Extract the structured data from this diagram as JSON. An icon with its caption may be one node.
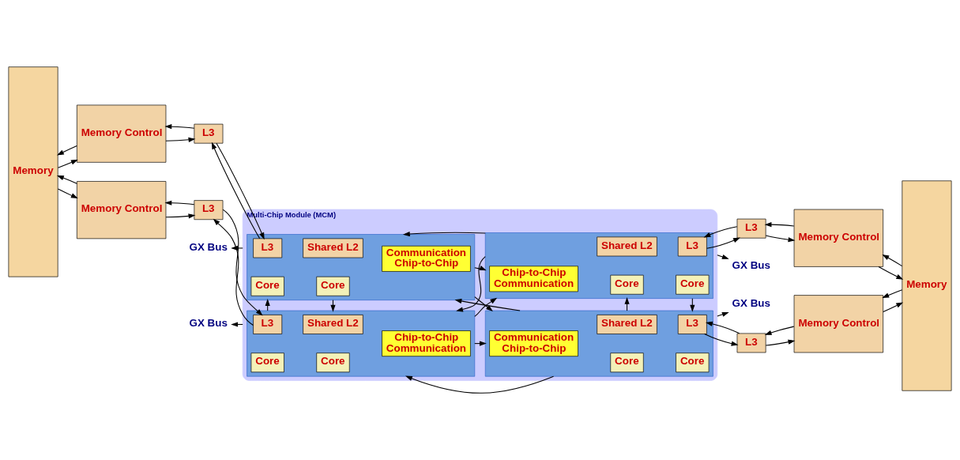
{
  "diagram": {
    "nodes": [
      {
        "text": [
          "Multi-Chip Module (MCM)"
        ]
      },
      {
        "text": [],
        "shape": "box",
        "in": 0
      },
      {
        "text": [
          "Core"
        ],
        "in": 1
      },
      {
        "text": [
          "Core"
        ],
        "in": 1
      },
      {
        "text": [
          "Communication",
          "Chip-to-Chip"
        ],
        "in": 1
      },
      {
        "text": [
          "L3"
        ],
        "in": 1
      },
      {
        "text": [
          "Shared L2"
        ],
        "in": 1
      },
      {
        "text": [],
        "shape": "box",
        "in": 0
      },
      {
        "text": [
          "Chip-to-Chip",
          "Communication"
        ],
        "in": 7
      },
      {
        "text": [
          "Core"
        ],
        "in": 7
      },
      {
        "text": [
          "Core"
        ],
        "in": 7
      },
      {
        "text": [
          "Shared L2"
        ],
        "in": 7
      },
      {
        "text": [
          "L3"
        ],
        "in": 7
      },
      {
        "text": [],
        "shape": "box",
        "in": 0
      },
      {
        "text": [
          "Chip-to-Chip",
          "Communication"
        ],
        "in": 13
      },
      {
        "text": [
          "L3"
        ],
        "in": 13
      },
      {
        "text": [
          "Shared L2"
        ],
        "in": 13
      },
      {
        "text": [
          "Core"
        ],
        "in": 13
      },
      {
        "text": [
          "Core"
        ],
        "in": 13
      },
      {
        "text": [],
        "shape": "box",
        "in": 0
      },
      {
        "text": [
          "Communication",
          "Chip-to-Chip"
        ],
        "in": 19
      },
      {
        "text": [
          "Shared L2"
        ],
        "in": 19
      },
      {
        "text": [
          "L3"
        ],
        "in": 19
      },
      {
        "text": [
          "Core"
        ],
        "in": 19
      },
      {
        "text": [
          "Core"
        ],
        "in": 19
      },
      {
        "text": [
          "Memory"
        ]
      },
      {
        "text": [
          "Memory Control"
        ]
      },
      {
        "text": [
          "L3"
        ]
      },
      {
        "text": [
          "GX Bus"
        ]
      },
      {
        "text": [
          "GX Bus"
        ]
      },
      {
        "text": [
          "Memory Control"
        ]
      },
      {
        "text": [
          "L3"
        ]
      },
      {
        "text": [
          "Memory Control"
        ]
      },
      {
        "text": [
          "L3"
        ]
      },
      {
        "text": [
          "GX Bus"
        ]
      },
      {
        "text": [
          "GX Bus"
        ]
      },
      {
        "text": [
          "Memory Control"
        ]
      },
      {
        "text": [
          "L3"
        ]
      },
      {
        "text": [
          "Memory"
        ]
      }
    ],
    "edges": [
      {
        "from": 26,
        "to": 25,
        "arrow": "to"
      },
      {
        "from": 25,
        "to": 26,
        "arrow": "to"
      },
      {
        "from": 27,
        "to": 26,
        "arrow": "to"
      },
      {
        "from": 26,
        "to": 27,
        "arrow": "to"
      },
      {
        "from": 5,
        "to": 27,
        "arrow": "to"
      },
      {
        "from": 27,
        "to": 5,
        "arrow": "to"
      },
      {
        "from": 1,
        "to": 7,
        "arrow": "to"
      },
      {
        "from": 7,
        "to": 1,
        "arrow": "to"
      },
      {
        "from": 12,
        "to": 33,
        "arrow": "to"
      },
      {
        "from": 33,
        "to": 12,
        "arrow": "to"
      },
      {
        "from": 33,
        "to": 32,
        "arrow": "to"
      },
      {
        "from": 32,
        "to": 33,
        "arrow": "to"
      },
      {
        "from": 32,
        "to": 38,
        "arrow": "to"
      },
      {
        "from": 38,
        "to": 32,
        "arrow": "to"
      },
      {
        "from": 0,
        "to": 28,
        "arrow": "to"
      },
      {
        "from": 0,
        "to": 29,
        "arrow": "to"
      },
      {
        "from": 0,
        "to": 34,
        "arrow": "to"
      },
      {
        "from": 0,
        "to": 35,
        "arrow": "to"
      },
      {
        "from": 1,
        "to": 13,
        "arrow": "to"
      },
      {
        "from": 13,
        "to": 1,
        "arrow": "to"
      },
      {
        "from": 7,
        "to": 19,
        "arrow": "to"
      },
      {
        "from": 19,
        "to": 7,
        "arrow": "to"
      },
      {
        "from": 1,
        "to": 19,
        "arrow": "to"
      },
      {
        "from": 19,
        "to": 1,
        "arrow": "to"
      },
      {
        "from": 13,
        "to": 7,
        "arrow": "to"
      },
      {
        "from": 7,
        "to": 13,
        "arrow": "to"
      },
      {
        "from": 13,
        "to": 19,
        "arrow": "to"
      },
      {
        "from": 19,
        "to": 13,
        "arrow": "to"
      },
      {
        "from": 30,
        "to": 25,
        "arrow": "to"
      },
      {
        "from": 25,
        "to": 30,
        "arrow": "to"
      },
      {
        "from": 31,
        "to": 30,
        "arrow": "to"
      },
      {
        "from": 30,
        "to": 31,
        "arrow": "to"
      },
      {
        "from": 15,
        "to": 31,
        "arrow": "to"
      },
      {
        "from": 31,
        "to": 15,
        "arrow": "to"
      },
      {
        "from": 22,
        "to": 37,
        "arrow": "to"
      },
      {
        "from": 37,
        "to": 22,
        "arrow": "to"
      },
      {
        "from": 37,
        "to": 36,
        "arrow": "to"
      },
      {
        "from": 36,
        "to": 37,
        "arrow": "to"
      },
      {
        "from": 36,
        "to": 38,
        "arrow": "to"
      },
      {
        "from": 38,
        "to": 36,
        "arrow": "to"
      }
    ]
  }
}
